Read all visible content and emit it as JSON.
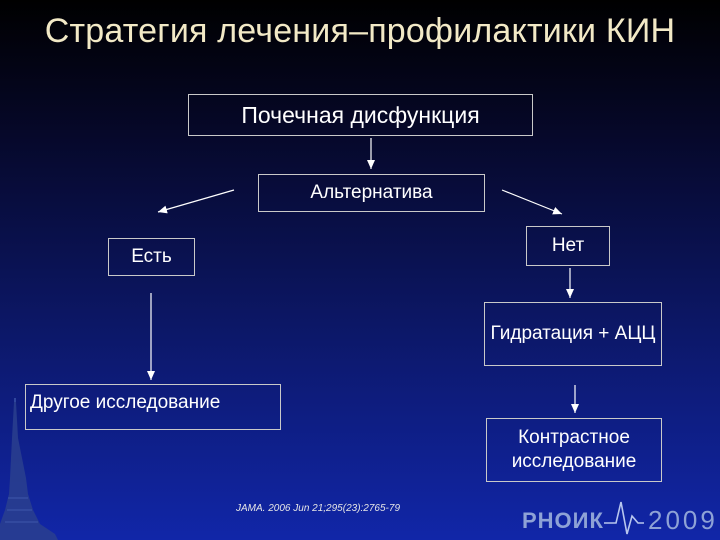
{
  "slide": {
    "title": "Стратегия лечения–профилактики КИН",
    "boxes": {
      "kidney_dysfunction": "Почечная дисфункция",
      "alternative": "Альтернатива",
      "yes": "Есть",
      "no": "Нет",
      "hydration": "Гидратация + АЦЦ",
      "other_study": "Другое исследование",
      "contrast_study": "Контрастное исследование"
    },
    "reference": "JAMA. 2006 Jun 21;295(23):2765-79",
    "logo": {
      "text": "РНОИК",
      "year": "2009"
    },
    "colors": {
      "title": "#f2e9c6",
      "box_border": "#c9c9c9",
      "text": "#ffffff",
      "background_top": "#000000",
      "background_bottom": "#1126a8"
    }
  }
}
